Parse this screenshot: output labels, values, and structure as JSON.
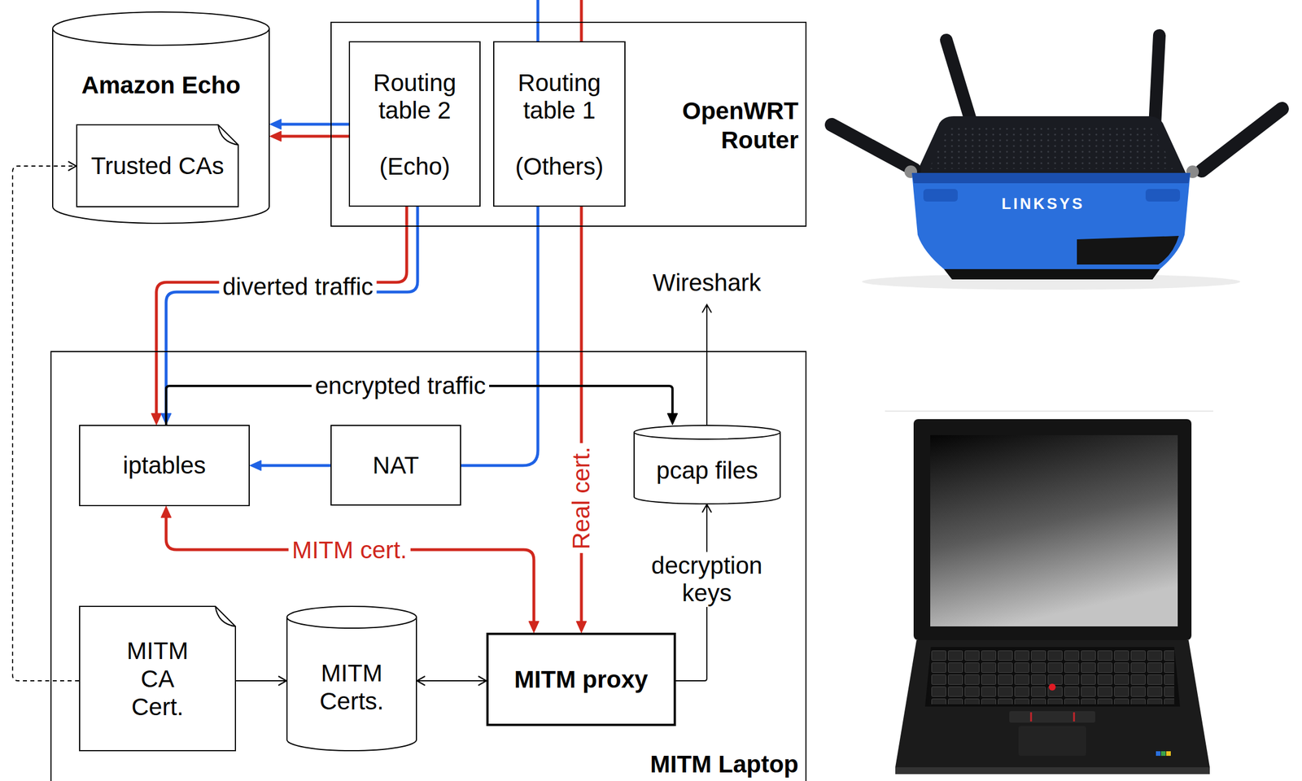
{
  "diagram": {
    "nodes": [
      {
        "text": [
          "Amazon Echo"
        ]
      },
      {
        "text": [
          "Trusted CAs"
        ],
        "in": 0
      },
      {
        "text": [
          "OpenWRT Router"
        ]
      },
      {
        "text": [
          "Routing table 2",
          "(Echo)"
        ],
        "in": 2
      },
      {
        "text": [
          "Routing table 1",
          "(Others)"
        ],
        "in": 2
      },
      {
        "text": [
          "MITM Laptop"
        ]
      },
      {
        "text": [
          "iptables"
        ],
        "in": 5
      },
      {
        "text": [
          "NAT"
        ],
        "in": 5
      },
      {
        "text": [
          "pcap files"
        ],
        "in": 5
      },
      {
        "text": [
          "MITM CA Cert."
        ],
        "in": 5
      },
      {
        "text": [
          "MITM Certs."
        ],
        "in": 5
      },
      {
        "text": [
          "MITM proxy"
        ],
        "in": 5
      }
    ],
    "edges": [
      {
        "from": 3,
        "to": 0,
        "arrow": "to"
      },
      {
        "from": 3,
        "to": 0,
        "arrow": "to"
      },
      {
        "from": 3,
        "to": 6,
        "label": "diverted traffic",
        "arrow": "to"
      },
      {
        "from": 3,
        "to": 6,
        "arrow": "to"
      },
      {
        "from": 4,
        "to": 7,
        "arrow": "none"
      },
      {
        "from": 4,
        "to": 11,
        "label": "Real cert.",
        "arrow": "to"
      },
      {
        "from": 7,
        "to": 6,
        "arrow": "to"
      },
      {
        "from": 6,
        "to": 11,
        "label": "MITM cert.",
        "arrow": "both"
      },
      {
        "from": 6,
        "to": 8,
        "label": "encrypted traffic",
        "arrow": "to"
      },
      {
        "from": 11,
        "to": 8,
        "label": "decryption keys",
        "arrow": "to"
      },
      {
        "from": 9,
        "to": 10,
        "arrow": "to"
      },
      {
        "from": 10,
        "to": 11,
        "arrow": "both"
      },
      {
        "from": 9,
        "to": 1,
        "arrow": "to"
      }
    ],
    "labels": [
      "Wireshark",
      "LINKSYS"
    ]
  }
}
